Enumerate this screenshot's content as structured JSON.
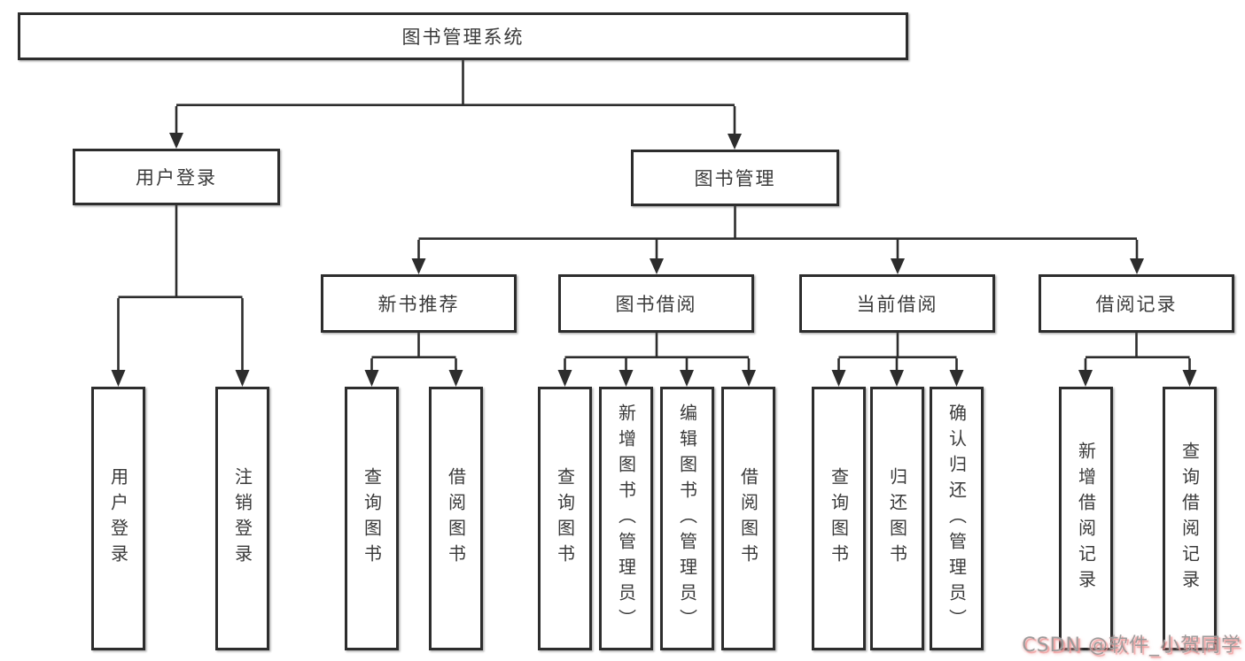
{
  "diagram": {
    "title": "图书管理系统",
    "root": {
      "label": "图书管理系统"
    },
    "level2": [
      {
        "label": "用户登录"
      },
      {
        "label": "图书管理"
      }
    ],
    "level3": [
      {
        "label": "新书推荐"
      },
      {
        "label": "图书借阅"
      },
      {
        "label": "当前借阅"
      },
      {
        "label": "借阅记录"
      }
    ],
    "leaves": {
      "user_login": [
        "用户登录",
        "注销登录"
      ],
      "new_books": [
        "查询图书",
        "借阅图书"
      ],
      "book_borrow": [
        "查询图书",
        "新增图书（管理员）",
        "编辑图书（管理员）",
        "借阅图书"
      ],
      "current_borrow": [
        "查询图书",
        "归还图书",
        "确认归还（管理员）"
      ],
      "borrow_records": [
        "新增借阅记录",
        "查询借阅记录"
      ]
    }
  },
  "watermark": {
    "text": "CSDN @软件_小贺同学"
  },
  "colors": {
    "line": "#2d2d2d",
    "text": "#3a3a3a",
    "background": "#ffffff",
    "watermark_gray": "#9c9c9c",
    "watermark_pink": "#ee9b9b"
  }
}
